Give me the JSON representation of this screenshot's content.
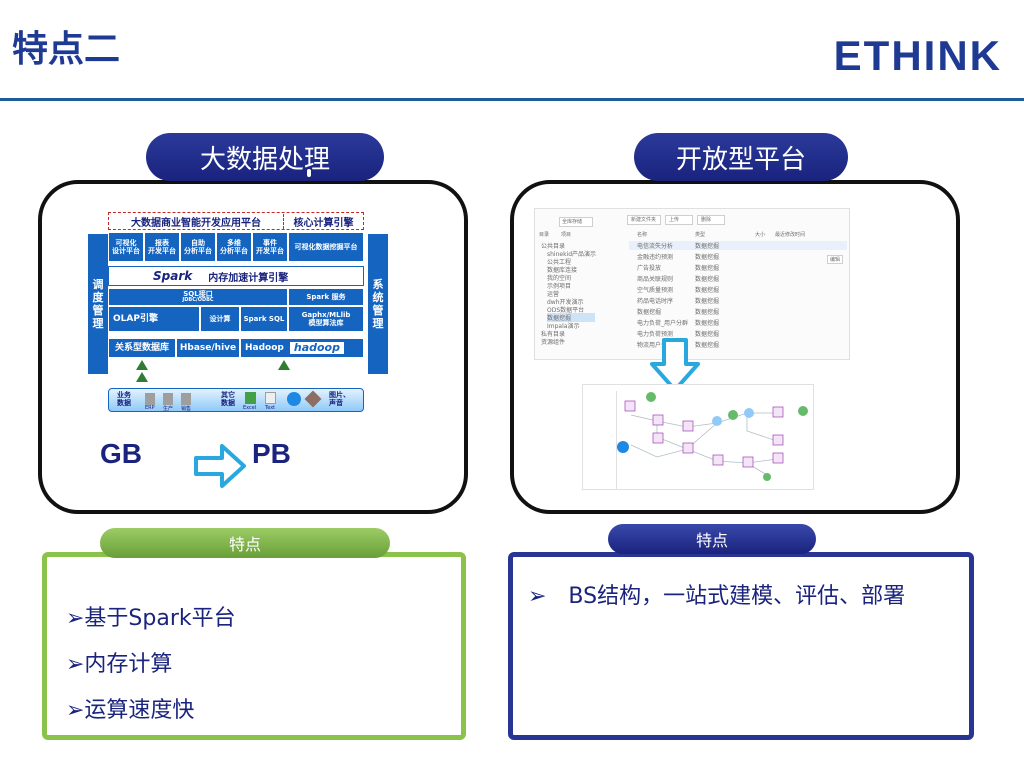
{
  "slide": {
    "title": "特点二",
    "logo": "ETHINK"
  },
  "left": {
    "header": "大数据处理",
    "arch": {
      "top_left": "大数据商业智能开发应用平台",
      "top_right": "核心计算引擎",
      "side_left": "调\n度\n管\n理",
      "side_right": "系\n统\n管\n理",
      "modules": [
        "可视化\n设计平台",
        "报表\n开发平台",
        "自助\n分析平台",
        "多维\n分析平台",
        "事件\n开发平台"
      ],
      "mining": "可视化数据挖掘平台",
      "spark_logo": "Spark",
      "spark_engine": "内存加速计算引擎",
      "sql_interface": "SQL接口",
      "sql_sub": "JDBC/ODBC",
      "spark_service": "Spark 服务",
      "olap": "OLAP引擎",
      "design_calc": "设计算",
      "spark_sql": "Spark SQL",
      "graphx": "Gaphx/MLlib\n模型算法库",
      "rdb": "关系型数据库",
      "hbase": "Hbase/hive",
      "hadoop_label": "Hadoop",
      "hadoop_logo": "hadoop",
      "business_data": "业务\n数据",
      "erp": "ERP",
      "production": "生产",
      "sales": "销售",
      "external_data": "其它\n数据",
      "excel": "Excel",
      "text": "Text",
      "image_voice": "图片、\n声音"
    },
    "gb": "GB",
    "pb": "PB",
    "feature_pill": "特点",
    "features": [
      "➢基于Spark平台",
      "➢内存计算",
      "➢运算速度快"
    ]
  },
  "right": {
    "header": "开放型平台",
    "shot": {
      "search": "全库存储",
      "btn_new": "新建文件夹",
      "btn_upload": "上传",
      "btn_delete": "删除",
      "tree_tab1": "目录",
      "tree_tab2": "项目",
      "col_name": "名称",
      "col_type": "类型",
      "col_size": "大小",
      "col_modified": "最近修改时间",
      "tree_items": [
        "公共目录",
        "shinekid产品演示",
        "公共工程",
        "数据库连接",
        "我的空间",
        "示例项目",
        "运营",
        "dwh开发演示",
        "ODS数据平台",
        "数据挖掘",
        "Impala演示",
        "私有目录",
        "资源组件"
      ],
      "rows": [
        {
          "name": "电信流失分析",
          "type": "数据挖掘"
        },
        {
          "name": "金融违约预测",
          "type": "数据挖掘"
        },
        {
          "name": "广告投放",
          "type": "数据挖掘"
        },
        {
          "name": "商品关联规则",
          "type": "数据挖掘"
        },
        {
          "name": "空气质量预测",
          "type": "数据挖掘"
        },
        {
          "name": "药品电话时序",
          "type": "数据挖掘"
        },
        {
          "name": "数据挖掘",
          "type": "数据挖掘"
        },
        {
          "name": "电力负荷_用户分群",
          "type": "数据挖掘"
        },
        {
          "name": "电力负荷预测",
          "type": "数据挖掘"
        },
        {
          "name": "物流用户分析",
          "type": "数据挖掘"
        }
      ],
      "action_btn": "编辑"
    },
    "feature_pill": "特点",
    "features": [
      "➢　BS结构，一站式建模、评估、部署"
    ]
  },
  "colors": {
    "title": "#1f3a93",
    "header_pill": "#1a237e",
    "left_feature_pill": "#7cb518",
    "left_feature_border": "#8bc34a",
    "right_feature_pill": "#1a237e",
    "right_feature_border": "#283593",
    "arrow": "#29a8e0"
  }
}
